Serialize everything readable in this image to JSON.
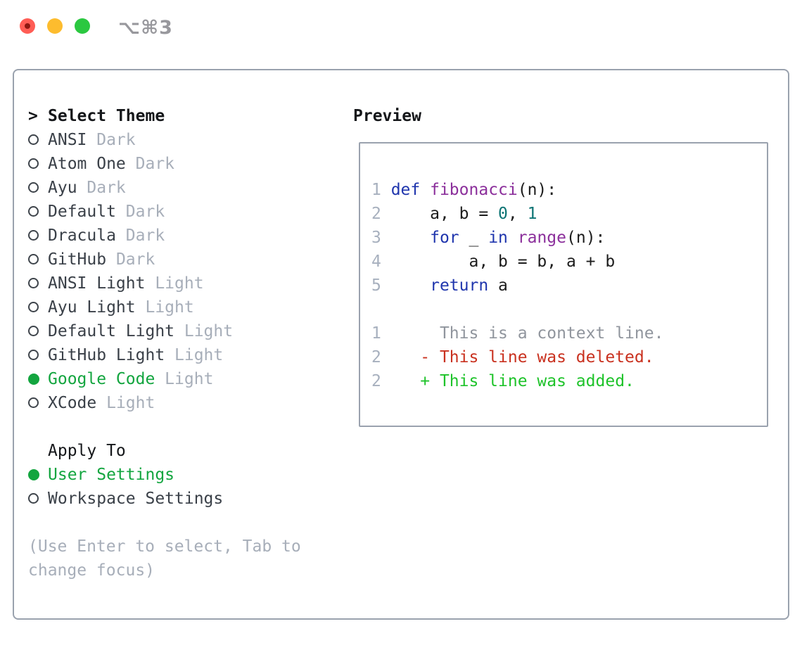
{
  "titlebar": {
    "shortcut": "⌥⌘3"
  },
  "theme_picker": {
    "cursor": ">",
    "title": "Select Theme",
    "items": [
      {
        "name": "ANSI",
        "variant": "Dark",
        "selected": false
      },
      {
        "name": "Atom One",
        "variant": "Dark",
        "selected": false
      },
      {
        "name": "Ayu",
        "variant": "Dark",
        "selected": false
      },
      {
        "name": "Default",
        "variant": "Dark",
        "selected": false
      },
      {
        "name": "Dracula",
        "variant": "Dark",
        "selected": false
      },
      {
        "name": "GitHub",
        "variant": "Dark",
        "selected": false
      },
      {
        "name": "ANSI Light",
        "variant": "Light",
        "selected": false
      },
      {
        "name": "Ayu Light",
        "variant": "Light",
        "selected": false
      },
      {
        "name": "Default Light",
        "variant": "Light",
        "selected": false
      },
      {
        "name": "GitHub Light",
        "variant": "Light",
        "selected": false
      },
      {
        "name": "Google Code",
        "variant": "Light",
        "selected": true
      },
      {
        "name": "XCode",
        "variant": "Light",
        "selected": false
      }
    ],
    "apply_to": {
      "title": "Apply To",
      "options": [
        {
          "name": "User Settings",
          "selected": true
        },
        {
          "name": "Workspace Settings",
          "selected": false
        }
      ]
    },
    "hint": "(Use Enter to select, Tab to change focus)"
  },
  "preview": {
    "title": "Preview",
    "lines": [
      [
        {
          "t": "1 ",
          "c": "ln"
        },
        {
          "t": "def",
          "c": "kw"
        },
        {
          "t": " ",
          "c": "pl"
        },
        {
          "t": "fibonacci",
          "c": "fn"
        },
        {
          "t": "(n):",
          "c": "pl"
        }
      ],
      [
        {
          "t": "2 ",
          "c": "ln"
        },
        {
          "t": "    a, b = ",
          "c": "pl"
        },
        {
          "t": "0",
          "c": "num"
        },
        {
          "t": ", ",
          "c": "pl"
        },
        {
          "t": "1",
          "c": "num"
        }
      ],
      [
        {
          "t": "3 ",
          "c": "ln"
        },
        {
          "t": "    ",
          "c": "pl"
        },
        {
          "t": "for",
          "c": "kw"
        },
        {
          "t": " _ ",
          "c": "pl"
        },
        {
          "t": "in",
          "c": "kw"
        },
        {
          "t": " ",
          "c": "pl"
        },
        {
          "t": "range",
          "c": "fn"
        },
        {
          "t": "(n):",
          "c": "pl"
        }
      ],
      [
        {
          "t": "4 ",
          "c": "ln"
        },
        {
          "t": "        a, b = b, a + b",
          "c": "pl"
        }
      ],
      [
        {
          "t": "5 ",
          "c": "ln"
        },
        {
          "t": "    ",
          "c": "pl"
        },
        {
          "t": "return",
          "c": "kw"
        },
        {
          "t": " a",
          "c": "pl"
        }
      ],
      [],
      [
        {
          "t": "1 ",
          "c": "ln"
        },
        {
          "t": "     This is a context line.",
          "c": "ctx"
        }
      ],
      [
        {
          "t": "2 ",
          "c": "ln"
        },
        {
          "t": "   - This line was deleted.",
          "c": "del"
        }
      ],
      [
        {
          "t": "2 ",
          "c": "ln"
        },
        {
          "t": "   + This line was added.",
          "c": "add"
        }
      ]
    ]
  },
  "colors": {
    "selected_green": "#13a53f",
    "kw": "#1f35ad",
    "fn": "#8b2f9b",
    "num": "#0d7474",
    "ctx": "#90959d",
    "del": "#c9311f",
    "add": "#1ec32a",
    "traffic_red": "#ff5d55",
    "traffic_yellow": "#fdbc2e",
    "traffic_green": "#2bc840"
  }
}
